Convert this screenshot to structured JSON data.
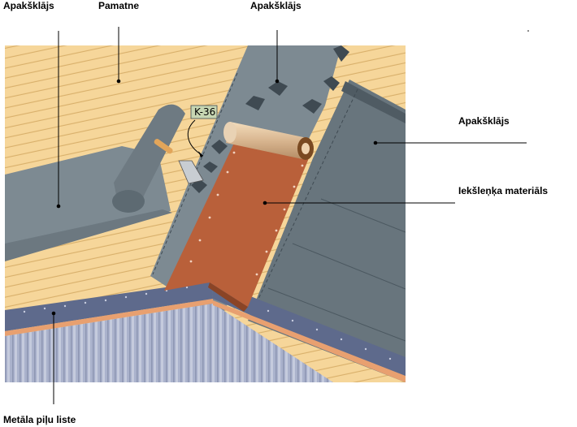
{
  "labels": {
    "underlay_top_left": "Apakšklājs",
    "base": "Pamatne",
    "underlay_top_center": "Apakšklājs",
    "underlay_right": "Apakšklājs",
    "valley_material": "Iekšleņķa materiāls",
    "metal_strip": "Metāla piļu liste",
    "adhesive_tag": "K-36"
  },
  "colors": {
    "board": "#f6d69a",
    "board_line": "#d9b06b",
    "membrane": "#7d8a92",
    "membrane_dark": "#5d6a72",
    "valley": "#b9603a",
    "fascia": "#5e6a8c",
    "wall": "#aab2cc",
    "wood_strip": "#e8a070"
  }
}
